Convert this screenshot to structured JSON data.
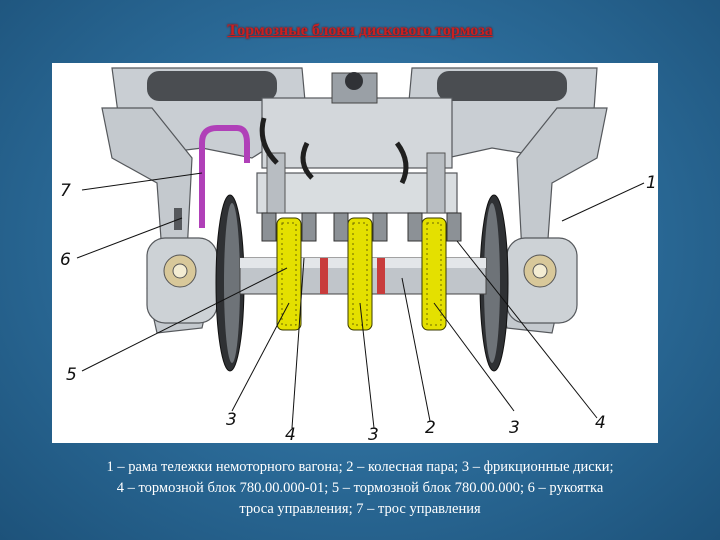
{
  "slide": {
    "title": "Тормозные блоки дискового тормоза"
  },
  "figure": {
    "callouts": [
      {
        "id": "1",
        "label": "1"
      },
      {
        "id": "7",
        "label": "7"
      },
      {
        "id": "6",
        "label": "6"
      },
      {
        "id": "5",
        "label": "5"
      },
      {
        "id": "3a",
        "label": "3"
      },
      {
        "id": "4a",
        "label": "4"
      },
      {
        "id": "3b",
        "label": "3"
      },
      {
        "id": "2",
        "label": "2"
      },
      {
        "id": "3c",
        "label": "3"
      },
      {
        "id": "4b",
        "label": "4"
      }
    ]
  },
  "caption": {
    "line1": "1 – рама тележки немоторного вагона; 2 – колесная пара; 3 – фрикционные диски;",
    "line2": "4 – тормозной блок 780.00.000-01; 5 – тормозной блок 780.00.000; 6 – рукоятка",
    "line3": "троса управления; 7 – трос управления"
  },
  "colors": {
    "title": "#cc1f1f",
    "background": "#2a6996",
    "frame": "#c9ced3",
    "disc": "#e4e000",
    "cable": "#b040b8"
  }
}
